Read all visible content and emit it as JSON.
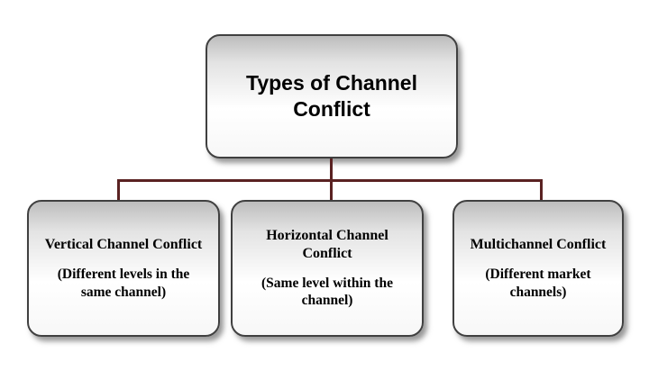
{
  "diagram": {
    "title": "Types of Channel Conflict",
    "connector_color": "#5a2222",
    "children": [
      {
        "title": "Vertical Channel Conflict",
        "subtitle": "(Different levels in the same channel)"
      },
      {
        "title": "Horizontal Channel Conflict",
        "subtitle": "(Same level within the channel)"
      },
      {
        "title": "Multichannel Conflict",
        "subtitle": "(Different market channels)"
      }
    ]
  }
}
